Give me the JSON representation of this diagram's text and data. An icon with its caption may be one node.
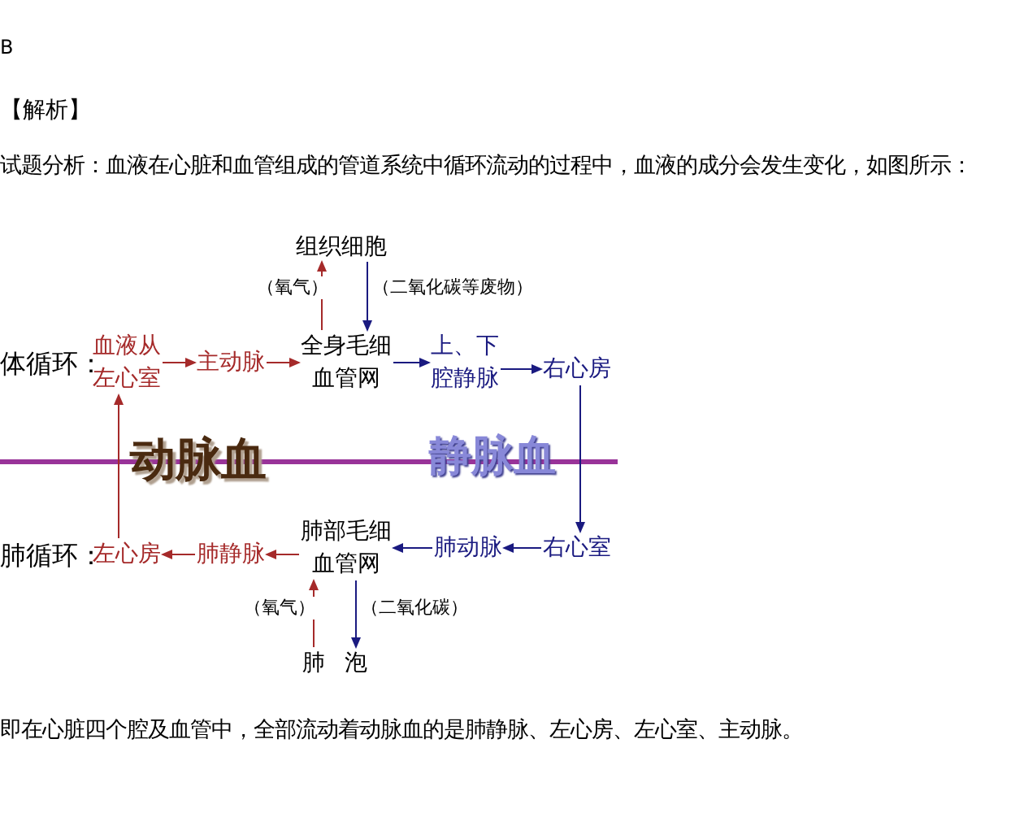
{
  "diagram": {
    "nodes": [
      {
        "text": [
          "组织细胞"
        ]
      },
      {
        "text": [
          "血液从左心室"
        ]
      },
      {
        "text": [
          "主动脉"
        ]
      },
      {
        "text": [
          "全身毛细血管网"
        ]
      },
      {
        "text": [
          "上、下腔静脉"
        ]
      },
      {
        "text": [
          "右心房"
        ]
      },
      {
        "text": [
          "右心室"
        ]
      },
      {
        "text": [
          "肺动脉"
        ]
      },
      {
        "text": [
          "肺部毛细血管网"
        ]
      },
      {
        "text": [
          "肺静脉"
        ]
      },
      {
        "text": [
          "左心房"
        ]
      },
      {
        "text": [
          "肺"
        ]
      },
      {
        "text": [
          "泡"
        ]
      }
    ],
    "edges": [
      {
        "from": 1,
        "to": 2,
        "arrow": "to",
        "color": "#a52a2a"
      },
      {
        "from": 2,
        "to": 3,
        "arrow": "to",
        "color": "#a52a2a"
      },
      {
        "from": 3,
        "to": 4,
        "arrow": "to",
        "color": "#1a1a80"
      },
      {
        "from": 4,
        "to": 5,
        "arrow": "to",
        "color": "#1a1a80"
      },
      {
        "from": 5,
        "to": 6,
        "arrow": "to",
        "color": "#1a1a80"
      },
      {
        "from": 6,
        "to": 7,
        "arrow": "to",
        "color": "#1a1a80"
      },
      {
        "from": 7,
        "to": 8,
        "arrow": "to",
        "color": "#1a1a80"
      },
      {
        "from": 8,
        "to": 9,
        "arrow": "to",
        "color": "#a52a2a"
      },
      {
        "from": 9,
        "to": 10,
        "arrow": "to",
        "color": "#a52a2a"
      },
      {
        "from": 10,
        "to": 1,
        "arrow": "to",
        "color": "#a52a2a"
      },
      {
        "from": 3,
        "to": 0,
        "arrow": "to",
        "label": "（氧气）",
        "color": "#a52a2a"
      },
      {
        "from": 0,
        "to": 3,
        "arrow": "to",
        "label": "（二氧化碳等废物）",
        "color": "#1a1a80"
      },
      {
        "from": 11,
        "to": 8,
        "arrow": "to",
        "label": "（氧气）",
        "color": "#a52a2a"
      },
      {
        "from": 8,
        "to": 12,
        "arrow": "to",
        "label": "（二氧化碳）",
        "color": "#1a1a80"
      }
    ],
    "labels": [
      "B",
      "【解析】",
      "试题分析：血液在心脏和血管组成的管道系统中循环流动的过程中，血液的成分会发生变化，如图所示：",
      "体循环：",
      "肺循环：",
      "动脉血",
      "静脉血",
      "即在心脏四个腔及血管中，全部流动着动脉血的是肺静脉、左心房、左心室、主动脉。"
    ]
  }
}
